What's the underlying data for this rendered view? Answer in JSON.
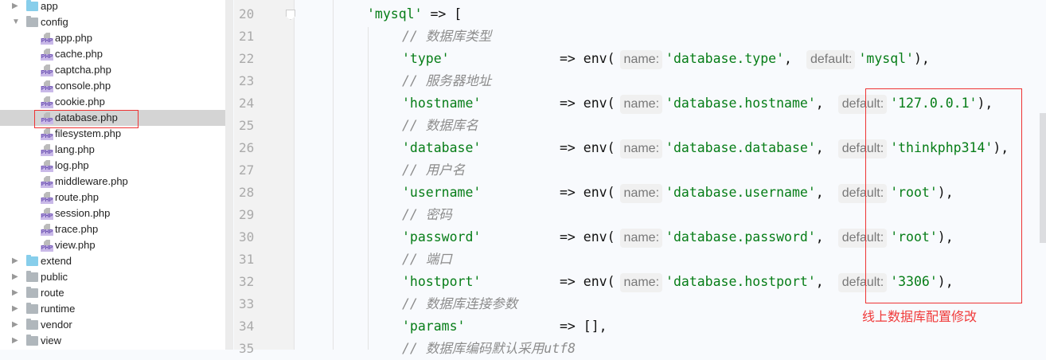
{
  "sidebar": {
    "items": [
      {
        "label": "app",
        "kind": "folder",
        "expanded": false,
        "color": "#87ceeb",
        "level": 0
      },
      {
        "label": "config",
        "kind": "folder",
        "expanded": true,
        "color": "#b0b7bc",
        "level": 0
      },
      {
        "label": "app.php",
        "kind": "php"
      },
      {
        "label": "cache.php",
        "kind": "php"
      },
      {
        "label": "captcha.php",
        "kind": "php"
      },
      {
        "label": "console.php",
        "kind": "php"
      },
      {
        "label": "cookie.php",
        "kind": "php"
      },
      {
        "label": "database.php",
        "kind": "php",
        "selected": true
      },
      {
        "label": "filesystem.php",
        "kind": "php"
      },
      {
        "label": "lang.php",
        "kind": "php"
      },
      {
        "label": "log.php",
        "kind": "php"
      },
      {
        "label": "middleware.php",
        "kind": "php"
      },
      {
        "label": "route.php",
        "kind": "php"
      },
      {
        "label": "session.php",
        "kind": "php"
      },
      {
        "label": "trace.php",
        "kind": "php"
      },
      {
        "label": "view.php",
        "kind": "php"
      },
      {
        "label": "extend",
        "kind": "folder",
        "expanded": false,
        "color": "#87ceeb"
      },
      {
        "label": "public",
        "kind": "folder",
        "expanded": false,
        "color": "#b0b7bc"
      },
      {
        "label": "route",
        "kind": "folder",
        "expanded": false,
        "color": "#b0b7bc"
      },
      {
        "label": "runtime",
        "kind": "folder",
        "expanded": false,
        "color": "#b0b7bc"
      },
      {
        "label": "vendor",
        "kind": "folder",
        "expanded": false,
        "color": "#b0b7bc"
      },
      {
        "label": "view",
        "kind": "folder",
        "expanded": false,
        "color": "#b0b7bc"
      }
    ],
    "php_badge": "PHP"
  },
  "editor": {
    "lines": [
      {
        "n": "20",
        "key": "'mysql'",
        "rest": " => ["
      },
      {
        "n": "21",
        "comment": "// 数据库类型"
      },
      {
        "n": "22",
        "key": "'type'",
        "name_hint": "name:",
        "name": "'database.type'",
        "default_hint": "default:",
        "value": "'mysql'",
        "tail": "),"
      },
      {
        "n": "23",
        "comment": "// 服务器地址"
      },
      {
        "n": "24",
        "key": "'hostname'",
        "name_hint": "name:",
        "name": "'database.hostname'",
        "default_hint": "default:",
        "value": "'127.0.0.1'",
        "tail": "),"
      },
      {
        "n": "25",
        "comment": "// 数据库名"
      },
      {
        "n": "26",
        "key": "'database'",
        "name_hint": "name:",
        "name": "'database.database'",
        "default_hint": "default:",
        "value": "'thinkphp314'",
        "tail": "),"
      },
      {
        "n": "27",
        "comment": "// 用户名"
      },
      {
        "n": "28",
        "key": "'username'",
        "name_hint": "name:",
        "name": "'database.username'",
        "default_hint": "default:",
        "value": "'root'",
        "tail": "),"
      },
      {
        "n": "29",
        "comment": "// 密码"
      },
      {
        "n": "30",
        "key": "'password'",
        "name_hint": "name:",
        "name": "'database.password'",
        "default_hint": "default:",
        "value": "'root'",
        "tail": "),"
      },
      {
        "n": "31",
        "comment": "// 端口"
      },
      {
        "n": "32",
        "key": "'hostport'",
        "name_hint": "name:",
        "name": "'database.hostport'",
        "default_hint": "default:",
        "value": "'3306'",
        "tail": "),"
      },
      {
        "n": "33",
        "comment": "// 数据库连接参数"
      },
      {
        "n": "34",
        "key": "'params'",
        "plain": "=> [],"
      },
      {
        "n": "35",
        "comment": "// 数据库编码默认采用utf8"
      }
    ]
  },
  "annotation": {
    "note": "线上数据库配置修改",
    "color": "#e33333"
  }
}
